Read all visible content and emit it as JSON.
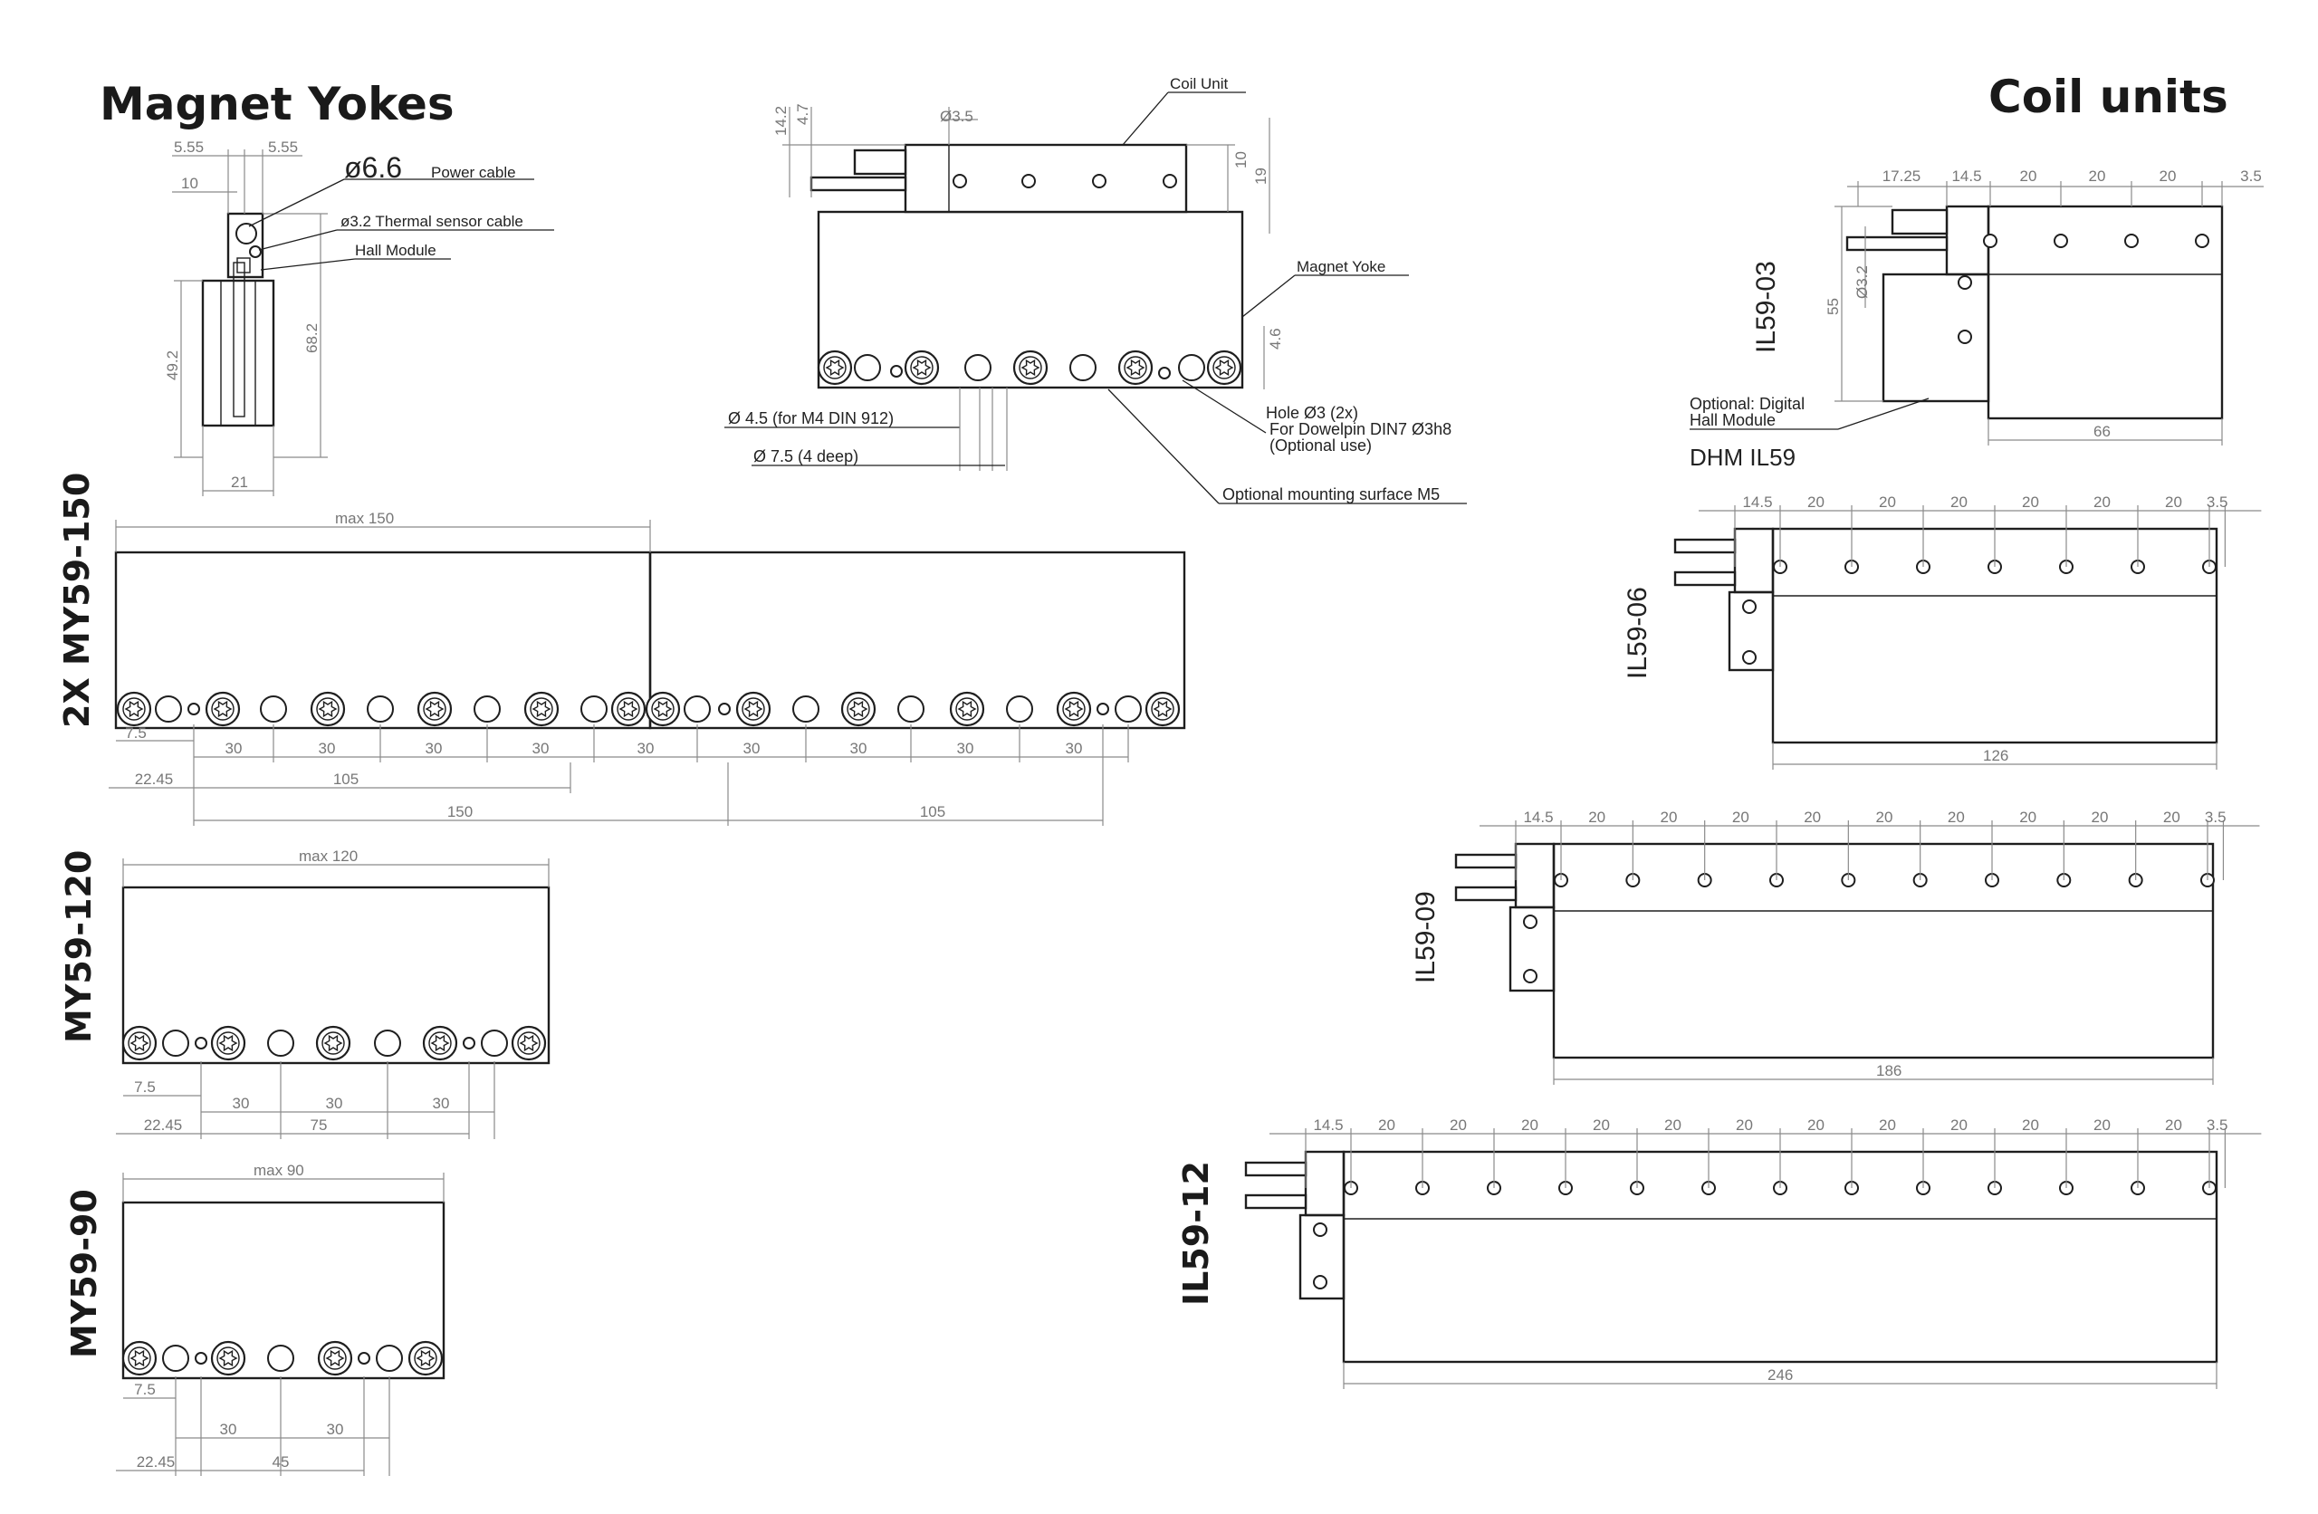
{
  "titles": {
    "magnet_yokes": "Magnet Yokes",
    "coil_units": "Coil units"
  },
  "end_view": {
    "dims": {
      "w1": "5.55",
      "w2": "5.55",
      "w3": "10",
      "h_total": "68.2",
      "h_body": "49.2",
      "w_body": "21"
    },
    "labels": {
      "power_sym": "ø6.6",
      "power": "Power cable",
      "thermal": "ø3.2 Thermal sensor cable",
      "hall": "Hall Module"
    }
  },
  "side_view": {
    "labels": {
      "coil_unit": "Coil Unit",
      "magnet_yoke": "Magnet Yoke",
      "hole_a": "Hole Ø3 (2x)",
      "hole_b": "For Dowelpin DIN7 Ø3h8",
      "hole_c": "(Optional use)",
      "mount": "Optional mounting surface M5",
      "d45": "Ø 4.5 (for M4 DIN 912)",
      "d75": "Ø 7.5 (4 deep)"
    },
    "dims": {
      "d35": "Ø3.5",
      "h142": "14.2",
      "h47": "4.7",
      "h10": "10",
      "h19": "19",
      "h46": "4.6"
    }
  },
  "yokes": {
    "my150": {
      "label": "2X MY59-150",
      "max": "max 150",
      "p75": "7.5",
      "pitch": [
        "30",
        "30",
        "30",
        "30",
        "30",
        "30",
        "30",
        "30",
        "30"
      ],
      "p2245": "22.45",
      "d105a": "105",
      "d150": "150",
      "d105b": "105"
    },
    "my120": {
      "label": "MY59-120",
      "max": "max 120",
      "p75": "7.5",
      "pitch": [
        "30",
        "30",
        "30"
      ],
      "p2245": "22.45",
      "d75": "75"
    },
    "my90": {
      "label": "MY59-90",
      "max": "max 90",
      "p75": "7.5",
      "pitch": [
        "30",
        "30"
      ],
      "p2245": "22.45",
      "d45": "45"
    }
  },
  "coils": {
    "il03": {
      "label": "IL59-03",
      "top": [
        "17.25",
        "14.5",
        "20",
        "20",
        "20",
        "3.5"
      ],
      "d32": "Ø3.2",
      "h55": "55",
      "w66": "66",
      "opt_a": "Optional: Digital",
      "opt_b": "Hall Module",
      "dhm": "DHM IL59"
    },
    "il06": {
      "label": "IL59-06",
      "top": [
        "14.5",
        "20",
        "20",
        "20",
        "20",
        "20",
        "20",
        "3.5"
      ],
      "w": "126"
    },
    "il09": {
      "label": "IL59-09",
      "top": [
        "14.5",
        "20",
        "20",
        "20",
        "20",
        "20",
        "20",
        "20",
        "20",
        "20",
        "3.5"
      ],
      "w": "186"
    },
    "il12": {
      "label": "IL59-12",
      "top": [
        "14.5",
        "20",
        "20",
        "20",
        "20",
        "20",
        "20",
        "20",
        "20",
        "20",
        "20",
        "20",
        "20",
        "3.5"
      ],
      "w": "246"
    }
  }
}
